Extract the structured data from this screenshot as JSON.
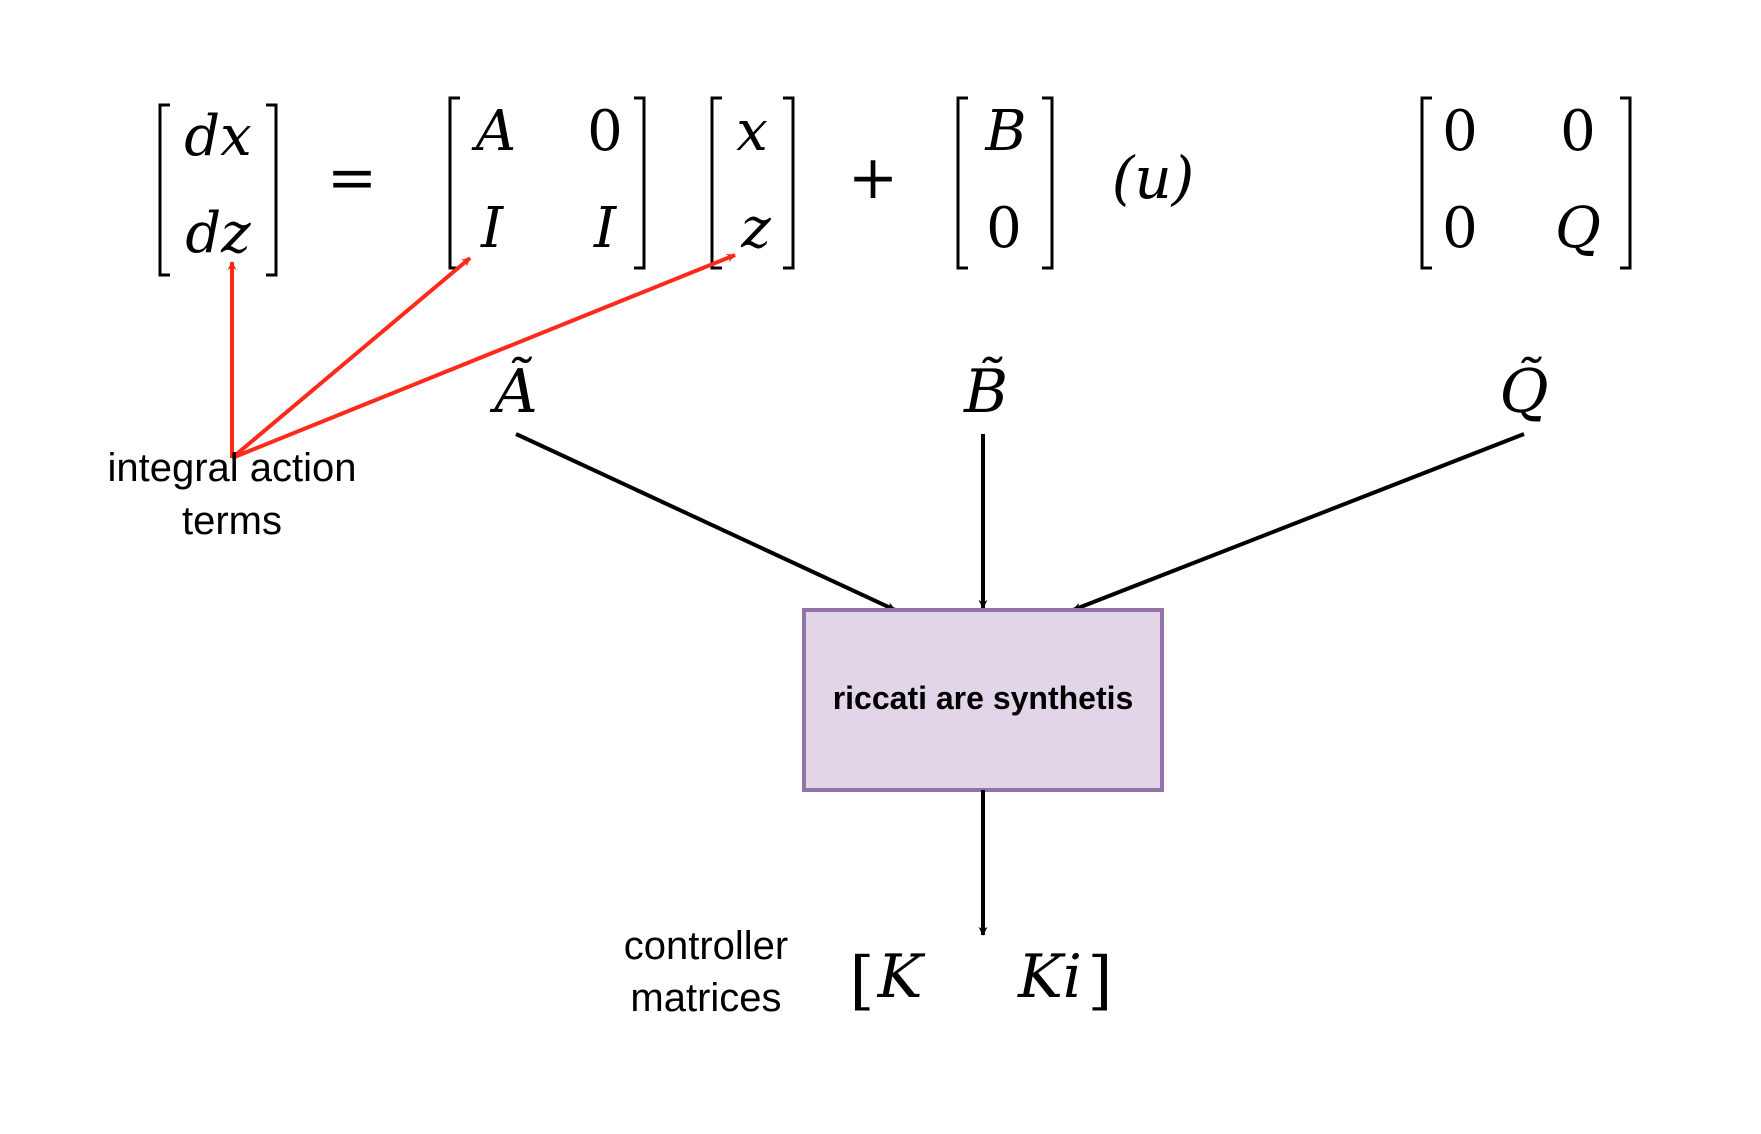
{
  "equation": {
    "lhs": [
      "dx",
      "dz"
    ],
    "equals": "=",
    "matrix_a": [
      [
        "A",
        "0"
      ],
      [
        "I",
        "I"
      ]
    ],
    "state": [
      "x",
      "z"
    ],
    "plus": "+",
    "matrix_b": [
      "B",
      "0"
    ],
    "input": "(u)",
    "matrix_q": [
      [
        "0",
        "0"
      ],
      [
        "0",
        "Q"
      ]
    ]
  },
  "inputs": {
    "a_tilde": "Ã",
    "b_tilde": "B̃",
    "q_tilde": "Q̃"
  },
  "annotation": {
    "line1": "integral action",
    "line2": "terms",
    "color": "#ff2a1a"
  },
  "process_box": {
    "label": "riccati are synthetis",
    "fill": "#e1d5e7",
    "stroke": "#9673a6"
  },
  "output": {
    "label_line1": "controller",
    "label_line2": "matrices",
    "open": "[",
    "k": "K",
    "ki": "Ki",
    "close": "]"
  }
}
